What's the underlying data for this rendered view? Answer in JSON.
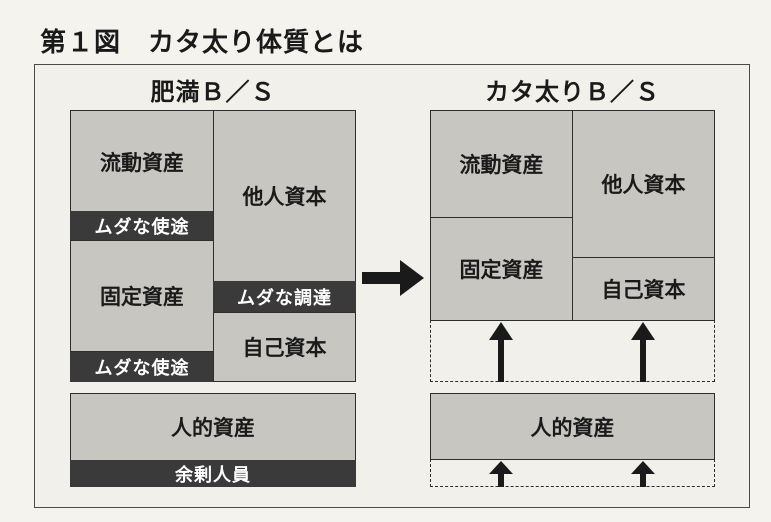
{
  "title": "第１図　カタ太り体質とは",
  "left": {
    "heading": "肥満Ｂ／Ｓ",
    "current_assets": "流動資産",
    "waste_use_1": "ムダな使途",
    "fixed_assets": "固定資産",
    "waste_use_2": "ムダな使途",
    "other_capital": "他人資本",
    "waste_procurement": "ムダな調達",
    "own_capital": "自己資本",
    "human_assets": "人的資産",
    "surplus_staff": "余剰人員"
  },
  "right": {
    "heading": "カタ太りＢ／Ｓ",
    "current_assets": "流動資産",
    "fixed_assets": "固定資産",
    "other_capital": "他人資本",
    "own_capital": "自己資本",
    "human_assets": "人的資産"
  }
}
